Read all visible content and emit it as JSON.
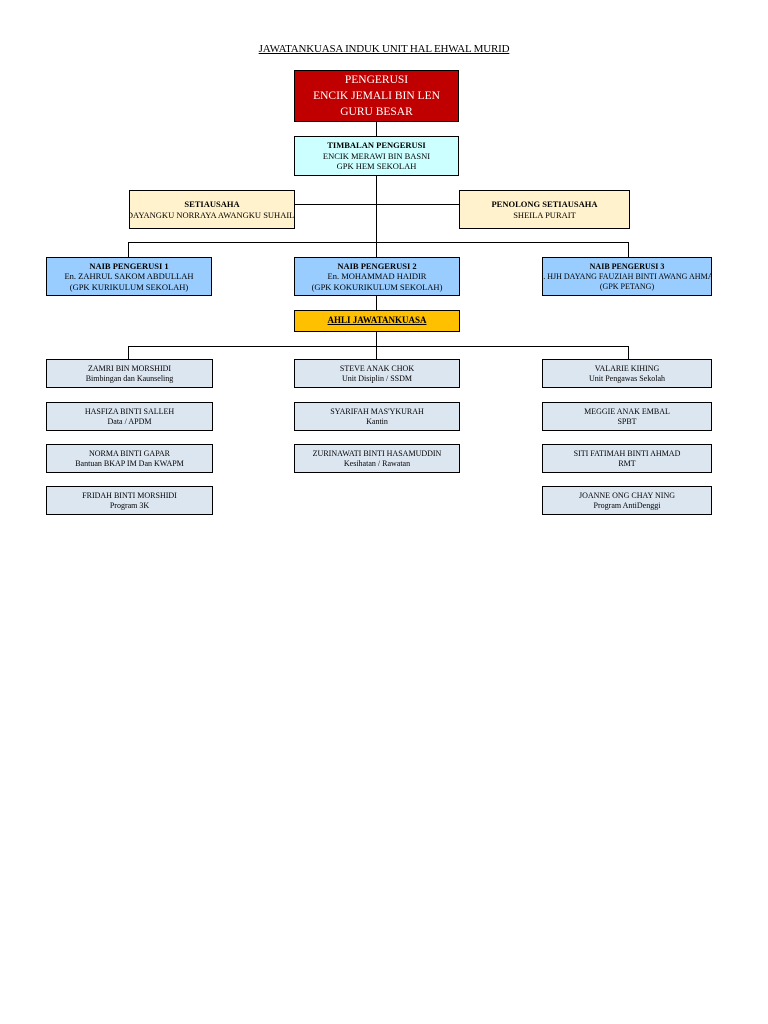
{
  "title": "JAWATANKUASA INDUK UNIT HAL EHWAL MURID",
  "pengerusi": {
    "role": "PENGERUSI",
    "name": "ENCIK JEMALI BIN LEN",
    "post": "GURU BESAR"
  },
  "timbalan": {
    "role": "TIMBALAN PENGERUSI",
    "name": "ENCIK MERAWI BIN BASNI",
    "post": "GPK HEM SEKOLAH"
  },
  "setiausaha": {
    "role": "SETIAUSAHA",
    "name": "DAYANGKU NORRAYA AWANGKU SUHAILI"
  },
  "penolong": {
    "role": "PENOLONG SETIAUSAHA",
    "name": "SHEILA PURAIT"
  },
  "naib": [
    {
      "role": "NAIB PENGERUSI 1",
      "name": "En. ZAHRUL SAKOM ABDULLAH",
      "post": "(GPK KURIKULUM SEKOLAH)"
    },
    {
      "role": "NAIB PENGERUSI 2",
      "name": "En. MOHAMMAD HAIDIR",
      "post": "(GPK KOKURIKULUM SEKOLAH)"
    },
    {
      "role": "NAIB PENGERUSI 3",
      "name": "Pn. HJH DAYANG FAUZIAH BINTI AWANG AHMAD",
      "post": "(GPK PETANG)"
    }
  ],
  "ahli": "AHLI JAWATANKUASA",
  "members": {
    "left": [
      {
        "name": "ZAMRI BIN MORSHIDI",
        "unit": "Bimbingan dan Kaunseling"
      },
      {
        "name": "HASFIZA BINTI SALLEH",
        "unit": "Data / APDM"
      },
      {
        "name": "NORMA BINTI GAPAR",
        "unit": "Bantuan BKAP IM Dan KWAPM"
      },
      {
        "name": "FRIDAH BINTI MORSHIDI",
        "unit": "Program 3K"
      }
    ],
    "middle": [
      {
        "name": "STEVE ANAK CHOK",
        "unit": "Unit Disiplin / SSDM"
      },
      {
        "name": "SYARIFAH MAS'YKURAH",
        "unit": "Kantin"
      },
      {
        "name": "ZURINAWATI BINTI HASAMUDDIN",
        "unit": "Kesihatan / Rawatan"
      }
    ],
    "right": [
      {
        "name": "VALARIE KIHING",
        "unit": "Unit Pengawas Sekolah"
      },
      {
        "name": "MEGGIE ANAK EMBAL",
        "unit": "SPBT"
      },
      {
        "name": "SITI FATIMAH BINTI AHMAD",
        "unit": "RMT"
      },
      {
        "name": "JOANNE ONG CHAY NING",
        "unit": "Program AntiDenggi"
      }
    ]
  },
  "colors": {
    "pengerusi": "#c00000",
    "timbalan": "#ccffff",
    "setiausaha": "#fff2cc",
    "naib": "#99ccff",
    "ahli": "#ffc000",
    "member": "#dce6f1"
  }
}
